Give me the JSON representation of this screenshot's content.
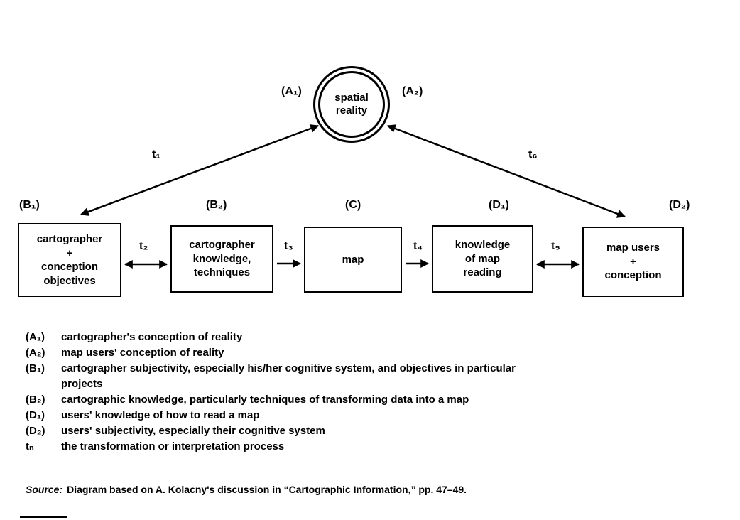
{
  "diagram": {
    "circle_label": "spatial\nreality",
    "annotations": {
      "a1": "(A₁)",
      "a2": "(A₂)",
      "t1": "t₁",
      "t2": "t₂",
      "t3": "t₃",
      "t4": "t₄",
      "t5": "t₅",
      "t6": "t₆"
    },
    "boxes": [
      {
        "key": "(B₁)",
        "label": "cartographer\n+\nconception\nobjectives"
      },
      {
        "key": "(B₂)",
        "label": "cartographer\nknowledge,\ntechniques"
      },
      {
        "key": "(C)",
        "label": "map"
      },
      {
        "key": "(D₁)",
        "label": "knowledge\nof map\nreading"
      },
      {
        "key": "(D₂)",
        "label": "map users\n+\nconception"
      }
    ]
  },
  "legend": {
    "items": [
      {
        "key": "(A₁)",
        "text": "cartographer's conception of reality"
      },
      {
        "key": "(A₂)",
        "text": "map users' conception of reality"
      },
      {
        "key": "(B₁)",
        "text": "cartographer subjectivity, especially his/her cognitive system, and objectives in particular\nprojects"
      },
      {
        "key": "(B₂)",
        "text": "cartographic knowledge, particularly techniques of transforming data into a map"
      },
      {
        "key": "(D₁)",
        "text": "users' knowledge of how to read a map"
      },
      {
        "key": "(D₂)",
        "text": "users' subjectivity, especially their cognitive system"
      },
      {
        "key": "tₙ",
        "text": "the transformation or interpretation process"
      }
    ]
  },
  "source": {
    "label": "Source:",
    "text": "Diagram based on A. Kolacny's discussion in “Cartographic Information,” pp. 47–49."
  },
  "colors": {
    "ink": "#000000",
    "background": "#ffffff"
  }
}
